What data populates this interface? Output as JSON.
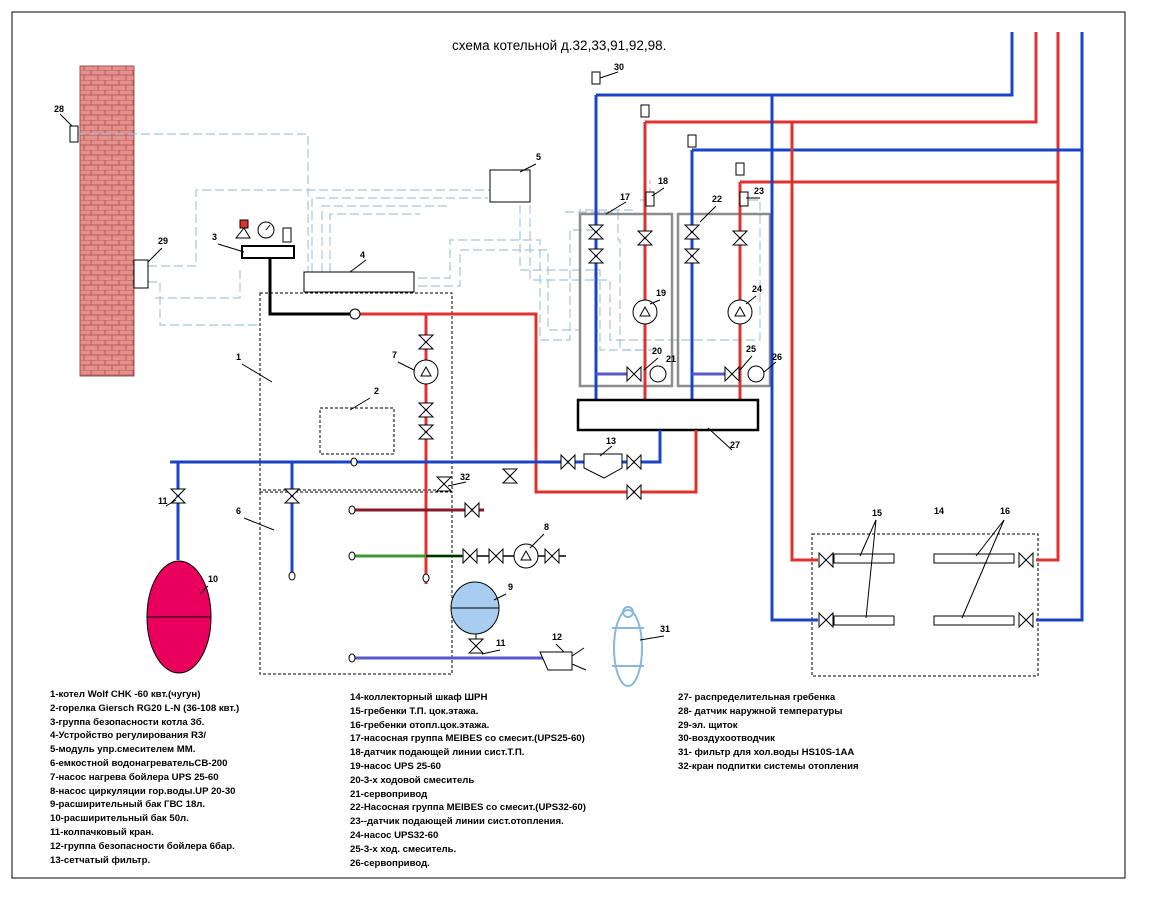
{
  "title": "схема котельной д.32,33,91,92,98.",
  "colors": {
    "supply": "#e03030",
    "return": "#1a44c8",
    "boiler_line": "#000000",
    "control": "#a9c4dc",
    "cold_water": "#5a58c8",
    "green_line": "#3a9a30",
    "dark_red_line": "#8a1a28",
    "brick": "#e6908c",
    "expansion_tank": "#e8005c",
    "dhw_tank": "#a8cdf0",
    "filter_31": "#8ab8dc",
    "group_box": "#8c8c8c"
  },
  "labels": {
    "n1": "1",
    "n2": "2",
    "n3": "3",
    "n4": "4",
    "n5": "5",
    "n6": "6",
    "n7": "7",
    "n8": "8",
    "n9": "9",
    "n10": "10",
    "n11a": "11",
    "n11b": "11",
    "n12": "12",
    "n13": "13",
    "n14": "14",
    "n15": "15",
    "n16": "16",
    "n17": "17",
    "n18": "18",
    "n19": "19",
    "n20": "20",
    "n21": "21",
    "n22": "22",
    "n23": "23",
    "n24": "24",
    "n25": "25",
    "n26": "26",
    "n27": "27",
    "n28": "28",
    "n29": "29",
    "n30": "30",
    "n31": "31",
    "n32": "32"
  },
  "legend_col1": [
    "1-котел Wolf CHK -60 квт.(чугун)",
    "2-горелка Giersch RG20 L-N (36-108 квт.)",
    "3-группа безопасности котла 3б.",
    "4-Устройство регулирования R3/",
    "5-модуль упр.смесителем MM.",
    "6-емкостной водонагревательCB-200",
    "7-насос нагрева бойлера UPS 25-60",
    "8-насос циркуляции гор.воды.UP 20-30",
    "9-расширительный бак ГВС 18л.",
    "10-расширительный бак 50л.",
    "11-колпачковый кран.",
    "12-группа безопасности бойлера 6бар.",
    "13-сетчатый фильтр."
  ],
  "legend_col2": [
    "14-коллекторный шкаф ШРН",
    "15-гребенки Т.П. цок.этажа.",
    "16-гребенки отопл.цок.этажа.",
    "17-насосная группа MEIBES со смесит.(UPS25-60)",
    "18-датчик подающей линии сист.Т.П.",
    "19-насос UPS 25-60",
    "20-3-х ходовой смеситель",
    "21-сервопривод",
    "22-Насосная группа MEIBES со смесит.(UPS32-60)",
    "23--датчик подающей линии сист.отопления.",
    "24-насос UPS32-60",
    "25-3-х ход. смеситель.",
    "26-сервопривод."
  ],
  "legend_col3": [
    "27- распределительная гребенка",
    "28- датчик наружной температуры",
    "29-эл. щиток",
    "30-воздухоотводчик",
    " 31- фильтр для хол.воды HS10S-1AA",
    " 32-кран подпитки системы отопления"
  ]
}
